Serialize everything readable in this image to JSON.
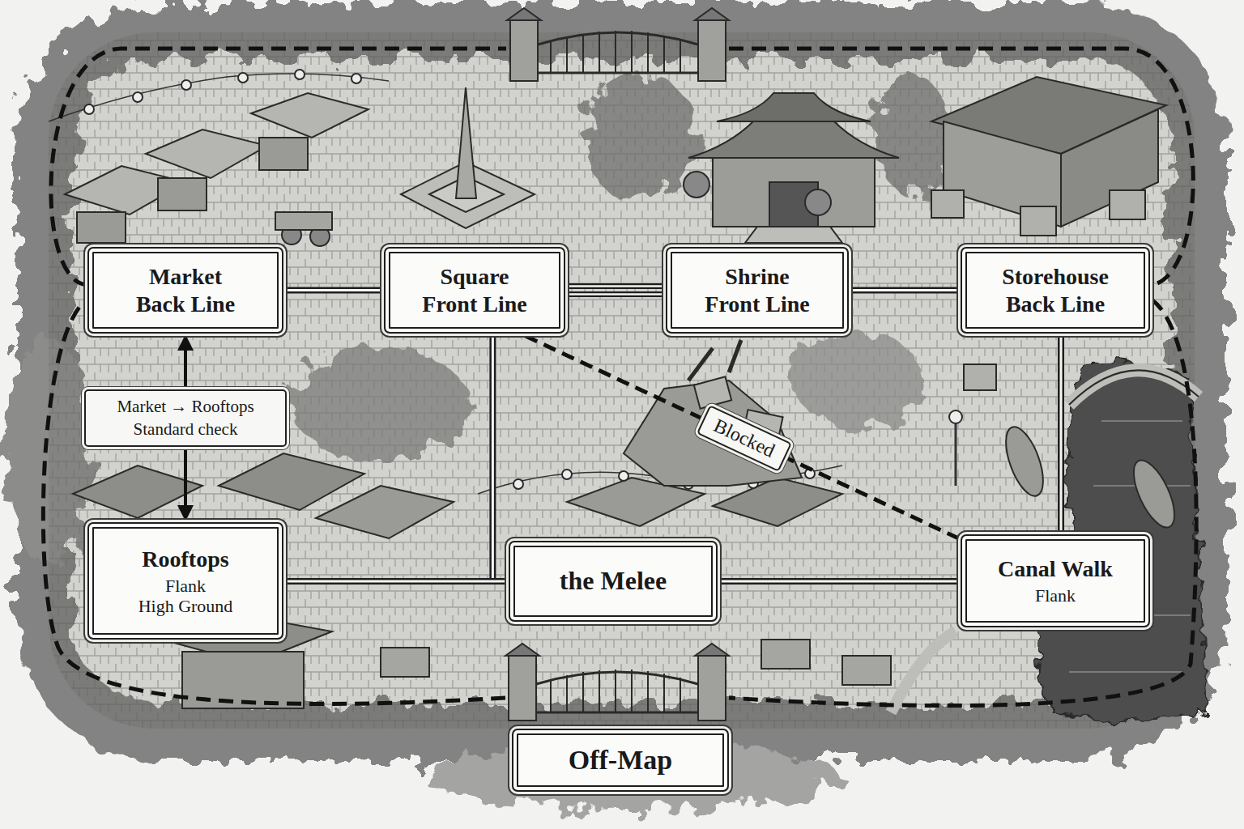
{
  "diagram": {
    "nodes": [
      {
        "text": [
          "Market Back Line"
        ]
      },
      {
        "text": [
          "Square Front Line"
        ]
      },
      {
        "text": [
          "Shrine Front Line"
        ]
      },
      {
        "text": [
          "Storehouse Back Line"
        ]
      },
      {
        "text": [
          "Rooftops",
          "Flank",
          "High Ground"
        ]
      },
      {
        "text": [
          "the Melee"
        ]
      },
      {
        "text": [
          "Canal Walk",
          "Flank"
        ]
      },
      {
        "text": [
          "Off-Map"
        ]
      }
    ],
    "edges": [
      {
        "from": 0,
        "to": 1,
        "arrow": "none"
      },
      {
        "from": 1,
        "to": 2,
        "arrow": "none"
      },
      {
        "from": 2,
        "to": 3,
        "arrow": "none"
      },
      {
        "from": 0,
        "to": 4,
        "label": "Market → Rooftops Standard check",
        "arrow": "both"
      },
      {
        "from": 1,
        "to": 5,
        "arrow": "none"
      },
      {
        "from": 4,
        "to": 5,
        "arrow": "none"
      },
      {
        "from": 5,
        "to": 6,
        "arrow": "none"
      },
      {
        "from": 3,
        "to": 6,
        "arrow": "none"
      },
      {
        "from": 1,
        "to": 6,
        "label": "Blocked",
        "arrow": "none"
      }
    ]
  }
}
